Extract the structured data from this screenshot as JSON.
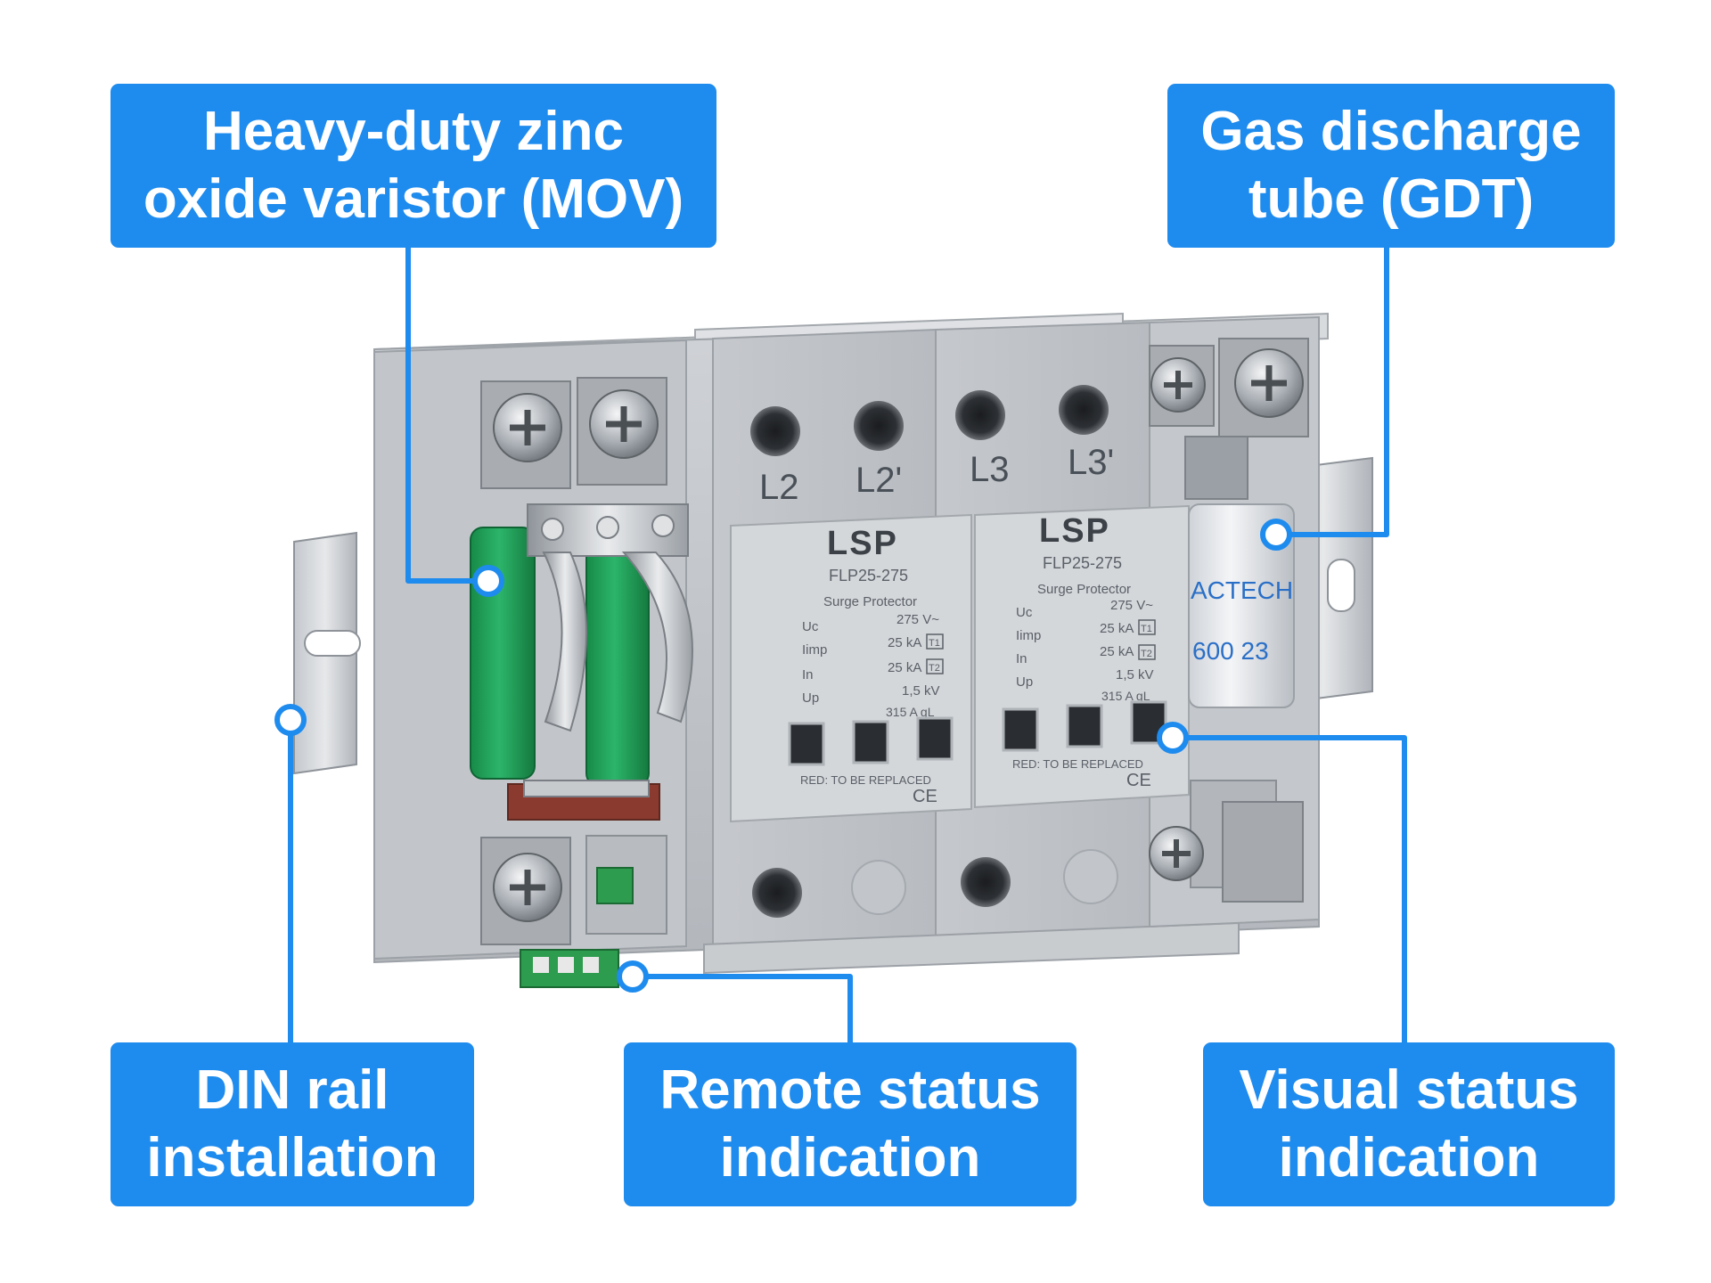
{
  "colors": {
    "accent": "#1e8bee",
    "callout_text": "#ffffff",
    "device_body": "#bfc3c8",
    "varistor": "#1f9a55"
  },
  "callouts": {
    "mov": {
      "line1": "Heavy-duty zinc",
      "line2": "oxide varistor (MOV)"
    },
    "gdt": {
      "line1": "Gas discharge",
      "line2": "tube (GDT)"
    },
    "din": {
      "line1": "DIN rail",
      "line2": "installation"
    },
    "remote": {
      "line1": "Remote status",
      "line2": "indication"
    },
    "visual": {
      "line1": "Visual status",
      "line2": "indication"
    }
  },
  "device": {
    "terminals": [
      "L2",
      "L2'",
      "L3",
      "L3'"
    ],
    "modules": [
      {
        "brand": "LSP",
        "model": "FLP25-275",
        "subtitle": "Surge Protector",
        "specs": [
          {
            "label": "Uc",
            "value": "275 V~"
          },
          {
            "label": "Iimp",
            "value": "25 kA",
            "badge": "T1"
          },
          {
            "label": "In",
            "value": "25 kA",
            "badge": "T2"
          },
          {
            "label": "Up",
            "value": "1,5 kV"
          }
        ],
        "fuse": "315 A gL",
        "warning": "RED: TO BE REPLACED",
        "mark": "CE"
      },
      {
        "brand": "LSP",
        "model": "FLP25-275",
        "subtitle": "Surge Protector",
        "specs": [
          {
            "label": "Uc",
            "value": "275 V~"
          },
          {
            "label": "Iimp",
            "value": "25 kA",
            "badge": "T1"
          },
          {
            "label": "In",
            "value": "25 kA",
            "badge": "T2"
          },
          {
            "label": "Up",
            "value": "1,5 kV"
          }
        ],
        "fuse": "315 A gL",
        "warning": "RED: TO BE REPLACED",
        "mark": "CE"
      }
    ],
    "gdt_label_line1": "ACTECH",
    "gdt_label_line2": "600 23"
  }
}
